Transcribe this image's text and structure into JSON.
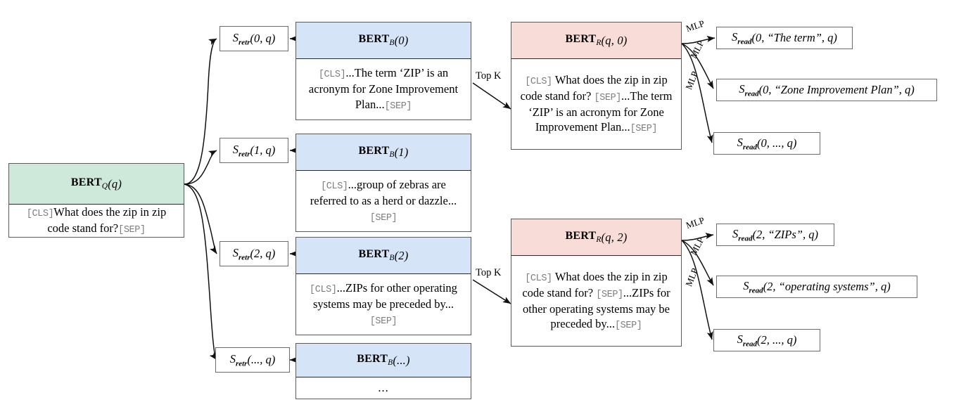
{
  "diagram": {
    "title": "Retriever-Reader open-domain QA architecture",
    "colors": {
      "query": "#cee8da",
      "block": "#d6e4f7",
      "reader": "#f8dcd8",
      "border": "#5a5a5a",
      "token": "#7d7d7d"
    }
  },
  "query_node": {
    "name": "BERT_Q(q)",
    "bert": "BERT",
    "sub": "Q",
    "arg": "(q)",
    "text_pre": "[CLS]",
    "text_mid": "What does the zip in zip code stand for?",
    "text_post": "[SEP]"
  },
  "retriever_scores": [
    {
      "sym": "S",
      "sub": "retr",
      "args": "(0, q)"
    },
    {
      "sym": "S",
      "sub": "retr",
      "args": "(1, q)"
    },
    {
      "sym": "S",
      "sub": "retr",
      "args": "(2, q)"
    },
    {
      "sym": "S",
      "sub": "retr",
      "args": "(..., q)"
    }
  ],
  "block_nodes": [
    {
      "bert": "BERT",
      "sub": "B",
      "arg": "(0)",
      "pre": "[CLS]",
      "mid": "...The term ‘ZIP’ is an acronym for Zone Improvement Plan...",
      "post": "[SEP]"
    },
    {
      "bert": "BERT",
      "sub": "B",
      "arg": "(1)",
      "pre": "[CLS]",
      "mid": "...group of ze­bras are referred to as a herd or dazzle...",
      "post": "[SEP]"
    },
    {
      "bert": "BERT",
      "sub": "B",
      "arg": "(2)",
      "pre": "[CLS]",
      "mid": "...ZIPs for other operating systems may be preceded by...",
      "post": "[SEP]"
    },
    {
      "bert": "BERT",
      "sub": "B",
      "arg": "(...)",
      "pre": "",
      "mid": "...",
      "post": ""
    }
  ],
  "reader_nodes": [
    {
      "bert": "BERT",
      "sub": "R",
      "arg": "(q, 0)",
      "pre": "[CLS]",
      "q": "What does the zip in zip code stand for?",
      "sep": "[SEP]",
      "ctx": "...The term ‘ZIP’ is an acronym for Zone Improvement Plan...",
      "post": "[SEP]"
    },
    {
      "bert": "BERT",
      "sub": "R",
      "arg": "(q, 2)",
      "pre": "[CLS]",
      "q": "What does the zip in zip code stand for?",
      "sep": "[SEP]",
      "ctx": "...ZIPs for other operating systems may be preceded by...",
      "post": "[SEP]"
    }
  ],
  "reader_scores_top": [
    {
      "sym": "S",
      "sub": "read",
      "args": "(0, “The term”, q)"
    },
    {
      "sym": "S",
      "sub": "read",
      "args": "(0, “Zone Improvement Plan”, q)"
    },
    {
      "sym": "S",
      "sub": "read",
      "args": "(0, ..., q)"
    }
  ],
  "reader_scores_bottom": [
    {
      "sym": "S",
      "sub": "read",
      "args": "(2, “ZIPs”, q)"
    },
    {
      "sym": "S",
      "sub": "read",
      "args": "(2, “operating systems”, q)"
    },
    {
      "sym": "S",
      "sub": "read",
      "args": "(2, ..., q)"
    }
  ],
  "edge_labels": {
    "topk": "Top K",
    "mlp": "MLP"
  }
}
